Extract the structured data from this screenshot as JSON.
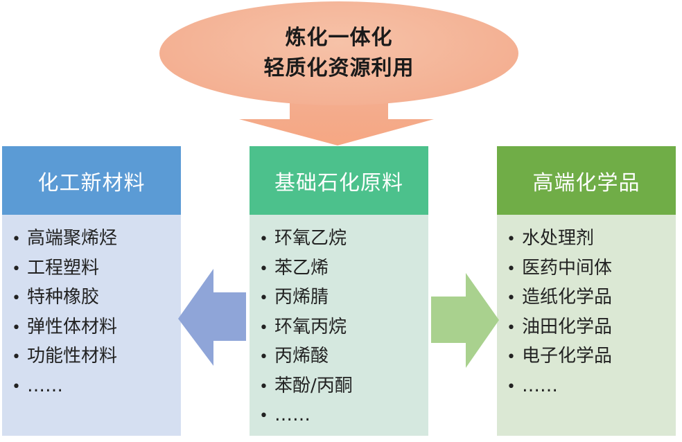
{
  "top": {
    "line1": "炼化一体化",
    "line2": "轻质化资源利用"
  },
  "columns": [
    {
      "title": "化工新材料",
      "items": [
        "高端聚烯烃",
        "工程塑料",
        "特种橡胶",
        "弹性体材料",
        "功能性材料",
        "……"
      ]
    },
    {
      "title": "基础石化原料",
      "items": [
        "环氧乙烷",
        "苯乙烯",
        "丙烯腈",
        "环氧丙烷",
        "丙烯酸",
        "苯酚/丙酮",
        "……"
      ]
    },
    {
      "title": "高端化学品",
      "items": [
        "水处理剂",
        "医药中间体",
        "造纸化学品",
        "油田化学品",
        "电子化学品",
        "……"
      ]
    }
  ],
  "colors": {
    "ellipse": "#f3a98a",
    "blue": "#5b9bd5",
    "teal": "#4cc18c",
    "green": "#70ad47",
    "arrow_blue": "#8fa5d8",
    "arrow_green": "#a9d18e"
  }
}
